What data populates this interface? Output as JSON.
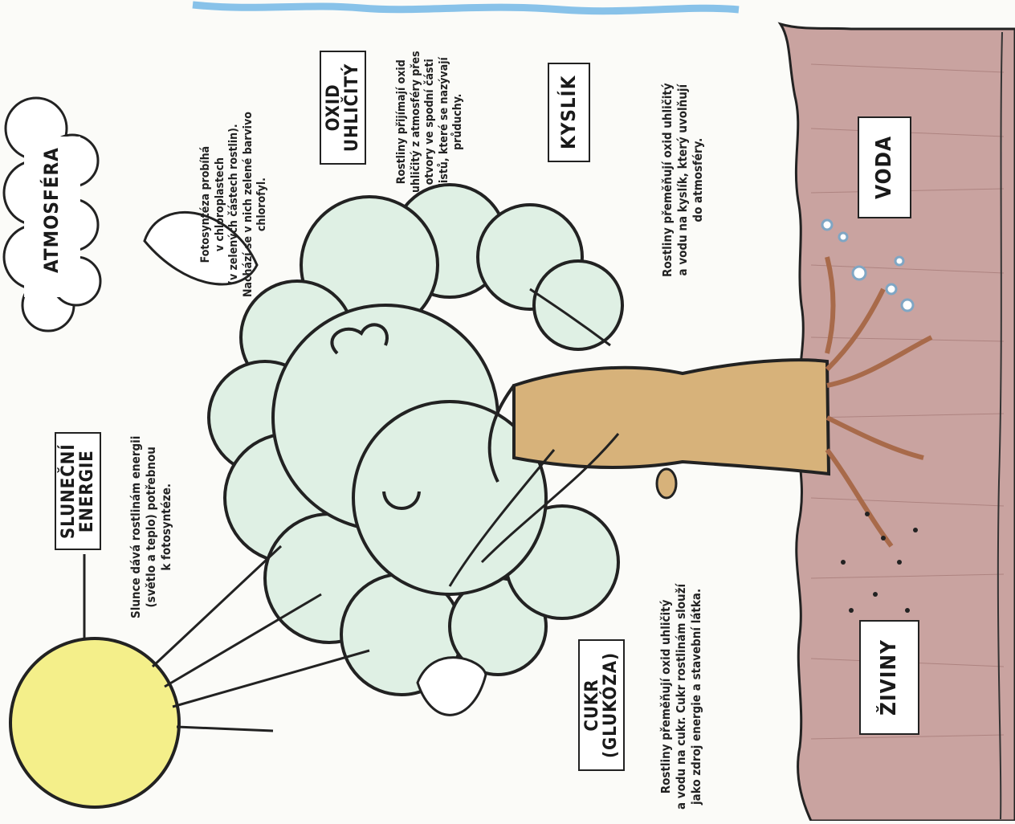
{
  "header": {
    "scribble": "... ... ..."
  },
  "atmosphere": {
    "label": "ATMOSFÉRA"
  },
  "sun": {
    "label": "SLUNEČNÍ\nENERGIE",
    "note": "Slunce dává rostlinám energii\n(světlo a teplo) potřebnou\nk fotosyntéze."
  },
  "photosynthesis": {
    "note": "Fotosyntéza probíhá\nv chloroplastech\n(v zelených částech rostlin).\nNachází se v nich zelené barvivo\nchlorofyl."
  },
  "co2": {
    "label": "OXID\nUHLIČITÝ",
    "note": "Rostliny přijímají oxid\nuhličitý z atmosféry přes\notvory ve spodní části\nlistů, které se nazývají\nprůduchy."
  },
  "oxygen": {
    "label": "KYSLÍK",
    "note": "Rostliny přeměňují oxid uhličitý\na vodu na kyslík, který uvolňují\ndo atmosféry."
  },
  "sugar": {
    "label": "CUKR\n(GLUKÓZA)",
    "note": "Rostliny přeměňují oxid uhličitý\na vodu na cukr. Cukr rostlinám slouží\njako zdroj energie a stavební látka."
  },
  "water": {
    "label": "VODA"
  },
  "nutrients": {
    "label": "ŽIVINY"
  },
  "colors": {
    "soil": "#c9a3a0",
    "soil_line": "#9c6f6c",
    "foliage": "#dff0e4",
    "trunk": "#d7b27a",
    "roots": "#a86a4a",
    "sun": "#f4ef8a",
    "bubble": "#7fa6c4"
  }
}
